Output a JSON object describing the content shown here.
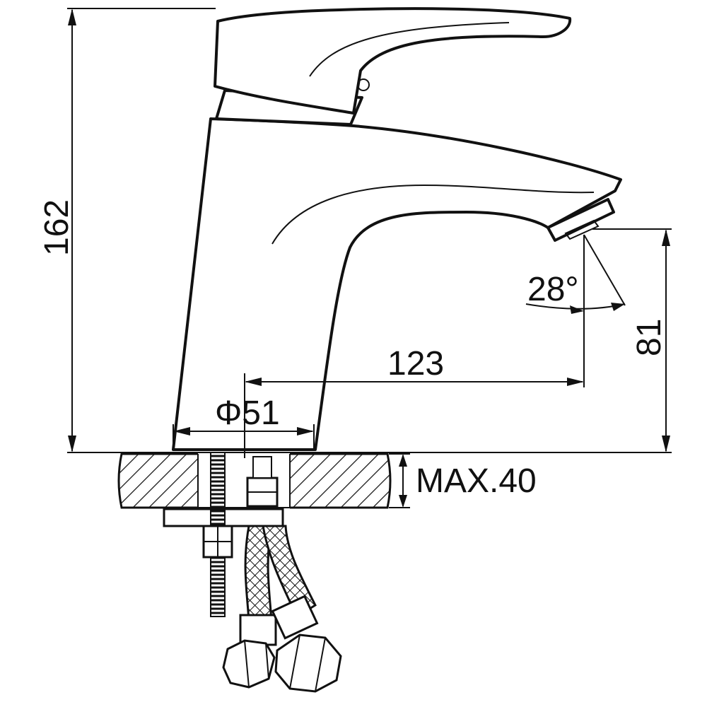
{
  "dimensions": {
    "height_total": "162",
    "spout_height": "81",
    "spout_reach": "123",
    "base_diameter": "Φ51",
    "spout_angle": "28°",
    "max_counter_thickness": "MAX.40"
  },
  "colors": {
    "line": "#111111",
    "background": "#ffffff"
  }
}
